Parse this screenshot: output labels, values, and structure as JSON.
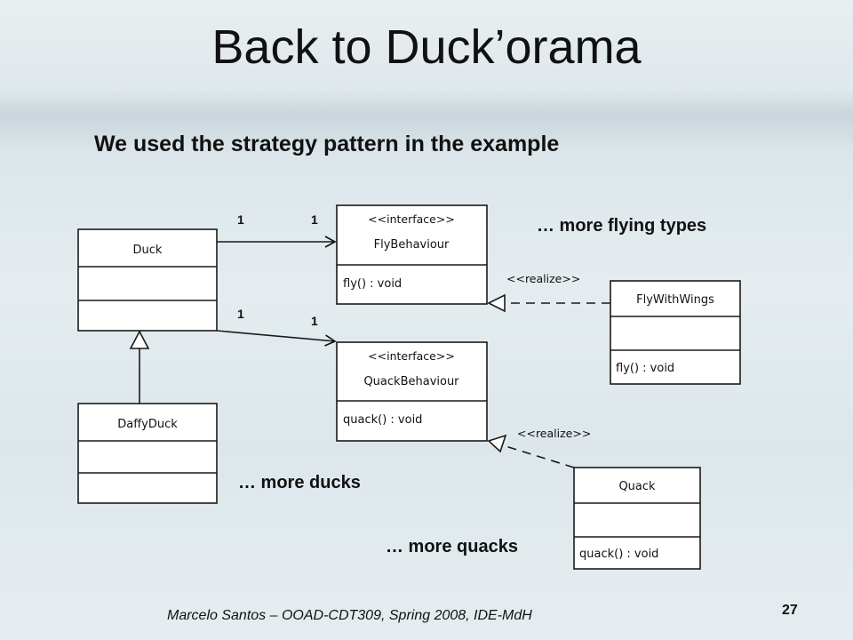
{
  "slide": {
    "title": "Back to Duck’orama",
    "subtitle": "We used the strategy pattern in the example",
    "annotations": {
      "more_flying": "… more flying types",
      "more_ducks": "… more ducks",
      "more_quacks": "… more quacks"
    },
    "footer": "Marcelo Santos – OOAD-CDT309, Spring 2008, IDE-MdH",
    "page_number": "27"
  },
  "diagram": {
    "classes": {
      "duck": {
        "name": "Duck",
        "method": ""
      },
      "daffy": {
        "name": "DaffyDuck",
        "method": ""
      },
      "fly_behaviour": {
        "stereotype": "<<interface>>",
        "name": "FlyBehaviour",
        "method": "fly() : void"
      },
      "quack_behaviour": {
        "stereotype": "<<interface>>",
        "name": "QuackBehaviour",
        "method": "quack() : void"
      },
      "fly_with_wings": {
        "name": "FlyWithWings",
        "method": "fly() : void"
      },
      "quack": {
        "name": "Quack",
        "method": "quack() : void"
      }
    },
    "labels": {
      "mult_one": "1",
      "realize": "<<realize>>"
    }
  }
}
